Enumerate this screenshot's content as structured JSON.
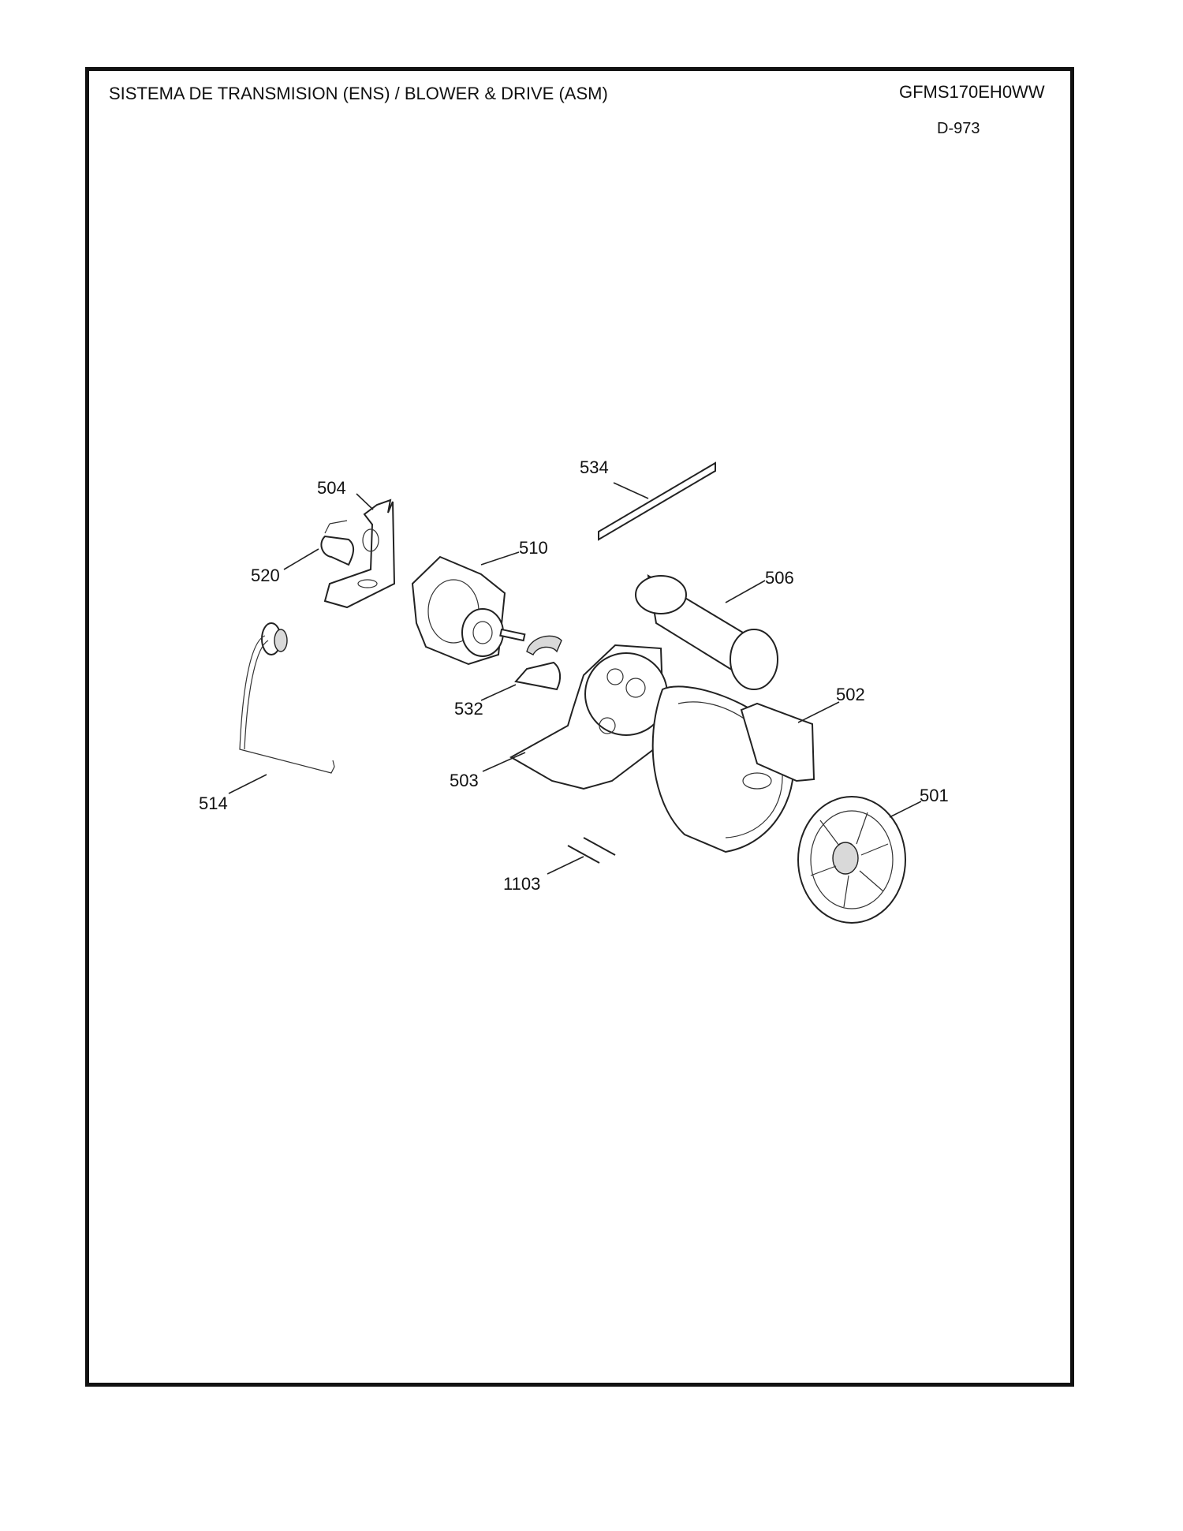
{
  "header": {
    "title": "SISTEMA DE TRANSMISION (ENS) / BLOWER & DRIVE (ASM)",
    "model": "GFMS170EH0WW",
    "diagram_id": "D-973"
  },
  "callouts": {
    "p534": "534",
    "p504": "504",
    "p510": "510",
    "p520": "520",
    "p506": "506",
    "p502": "502",
    "p532": "532",
    "p503": "503",
    "p514": "514",
    "p501": "501",
    "p1103": "1103"
  }
}
